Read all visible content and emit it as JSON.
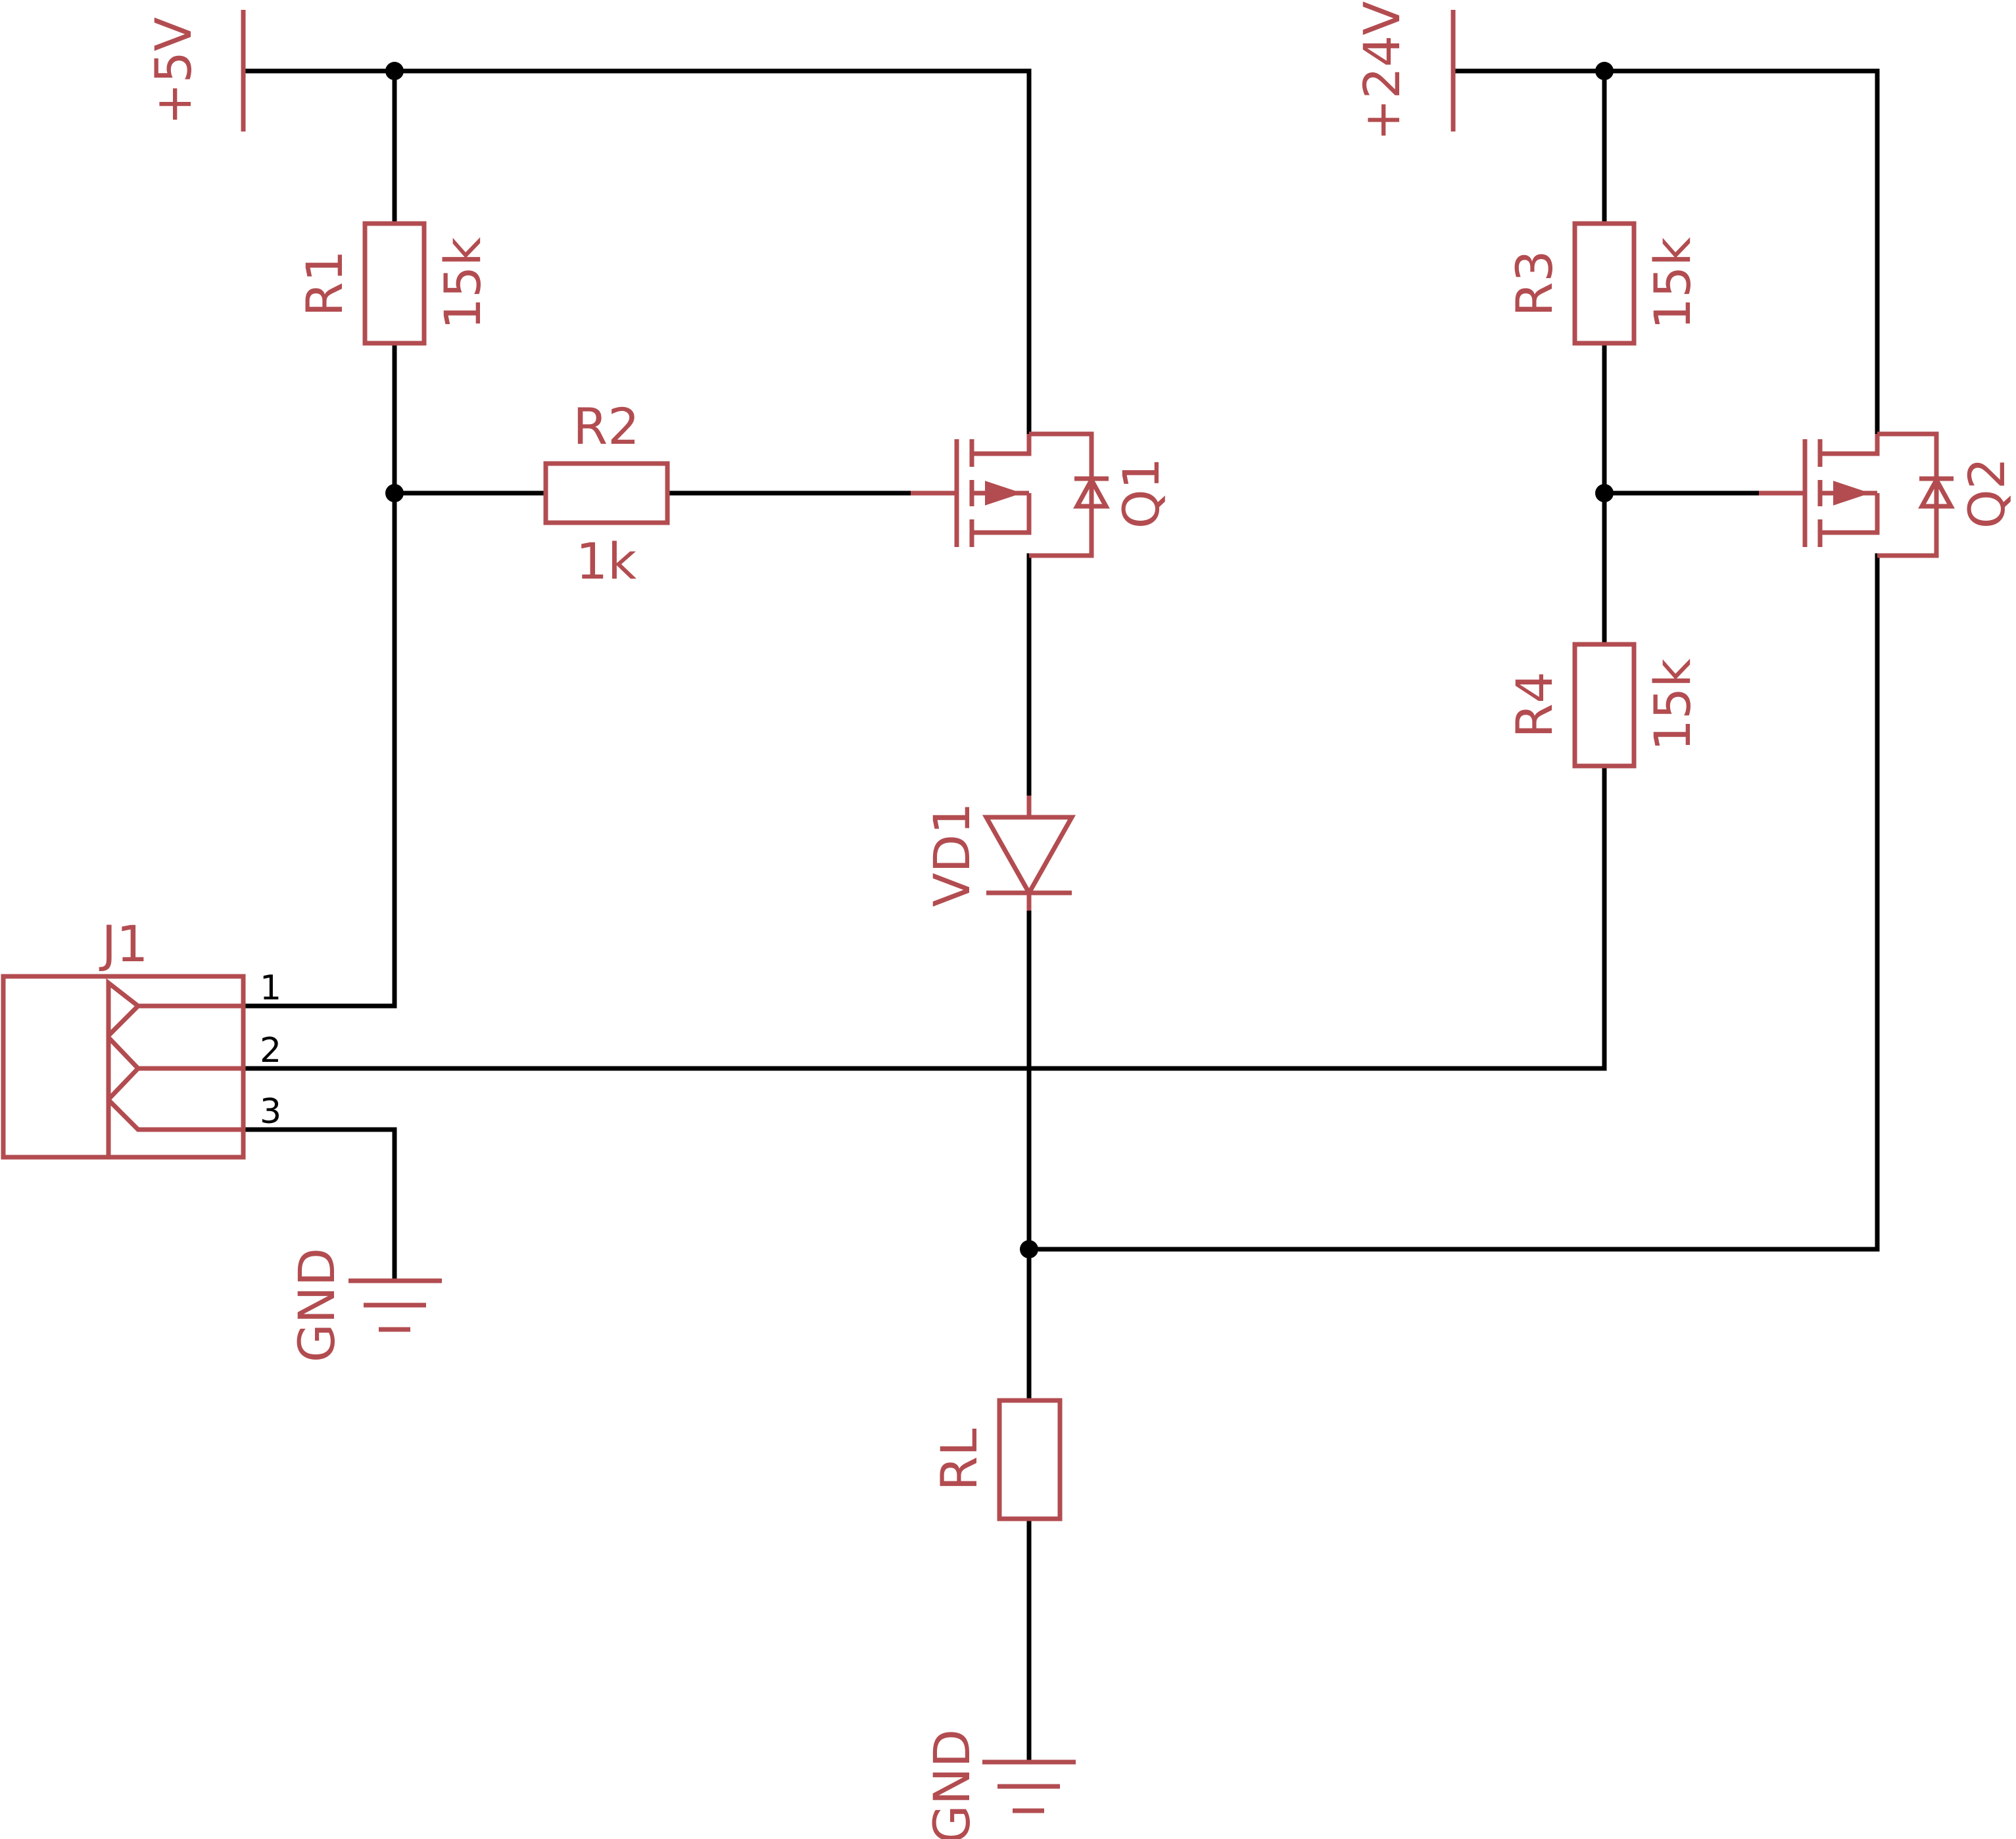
{
  "colors": {
    "wire": "#000000",
    "component": "#b24c50",
    "background": "#ffffff"
  },
  "supplies": {
    "v5": "+5V",
    "v24": "+24V"
  },
  "resistors": {
    "r1": {
      "name": "R1",
      "value": "15k"
    },
    "r2": {
      "name": "R2",
      "value": "1k"
    },
    "r3": {
      "name": "R3",
      "value": "15k"
    },
    "r4": {
      "name": "R4",
      "value": "15k"
    },
    "rl": {
      "name": "RL"
    }
  },
  "transistors": {
    "q1": "Q1",
    "q2": "Q2"
  },
  "diode": "VD1",
  "connector": {
    "name": "J1",
    "pins": [
      "1",
      "2",
      "3"
    ]
  },
  "grounds": {
    "left": "GND",
    "bottom": "GND"
  }
}
